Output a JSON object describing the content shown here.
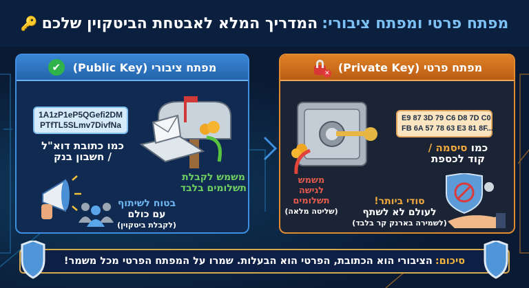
{
  "title": {
    "highlight": "מפתח פרטי ומפתח ציבורי:",
    "rest": "המדריך המלא לאבטחת הביטקוין שלכם",
    "icon": "key-icon"
  },
  "public_key": {
    "header": "מפתח ציבורי (Public Key)",
    "header_icon": "check-circle-icon",
    "address_line1": "1A1zP1eP5QGefi2DM",
    "address_line2": "PTfTL5SLmv7DivfNa",
    "analogy_line1": "כמו כתובת דוא\"ל",
    "analogy_line2": "/ חשבון בנק",
    "usage_line1": "משמש לקבלת",
    "usage_line2": "תשלומים בלבד",
    "share_line1": "בטוח לשיתוף",
    "share_line2": "עם כולם",
    "share_line3": "(לקבלת ביטקוין)",
    "accent": "#3f8fe0"
  },
  "private_key": {
    "header": "מפתח פרטי (Private Key)",
    "header_icon": "lock-x-icon",
    "hex_line1": "E9 87 3D 79 C6 D8 7D C0",
    "hex_line2": "FB 6A 57 78 63 E3 81 8F...",
    "analogy_pre": "כמו",
    "analogy_highlight": "סיסמה /",
    "analogy_line2": "קוד לכספת",
    "usage_line1": "משמש",
    "usage_line2": "לגישה",
    "usage_line3": "תשלומים",
    "usage_line4": "(שליטה מלאה)",
    "secret_line1": "סודי ביותר!",
    "secret_line2": "לעולם לא לשתף",
    "secret_line3": "(לשמירה בארנק קר בלבד)",
    "accent": "#e28a2e"
  },
  "summary": {
    "label": "סיכום:",
    "text": "הציבורי הוא הכתובת, הפרטי הוא הבעלות. שמרו על המפתח הפרטי מכל משמר!"
  }
}
